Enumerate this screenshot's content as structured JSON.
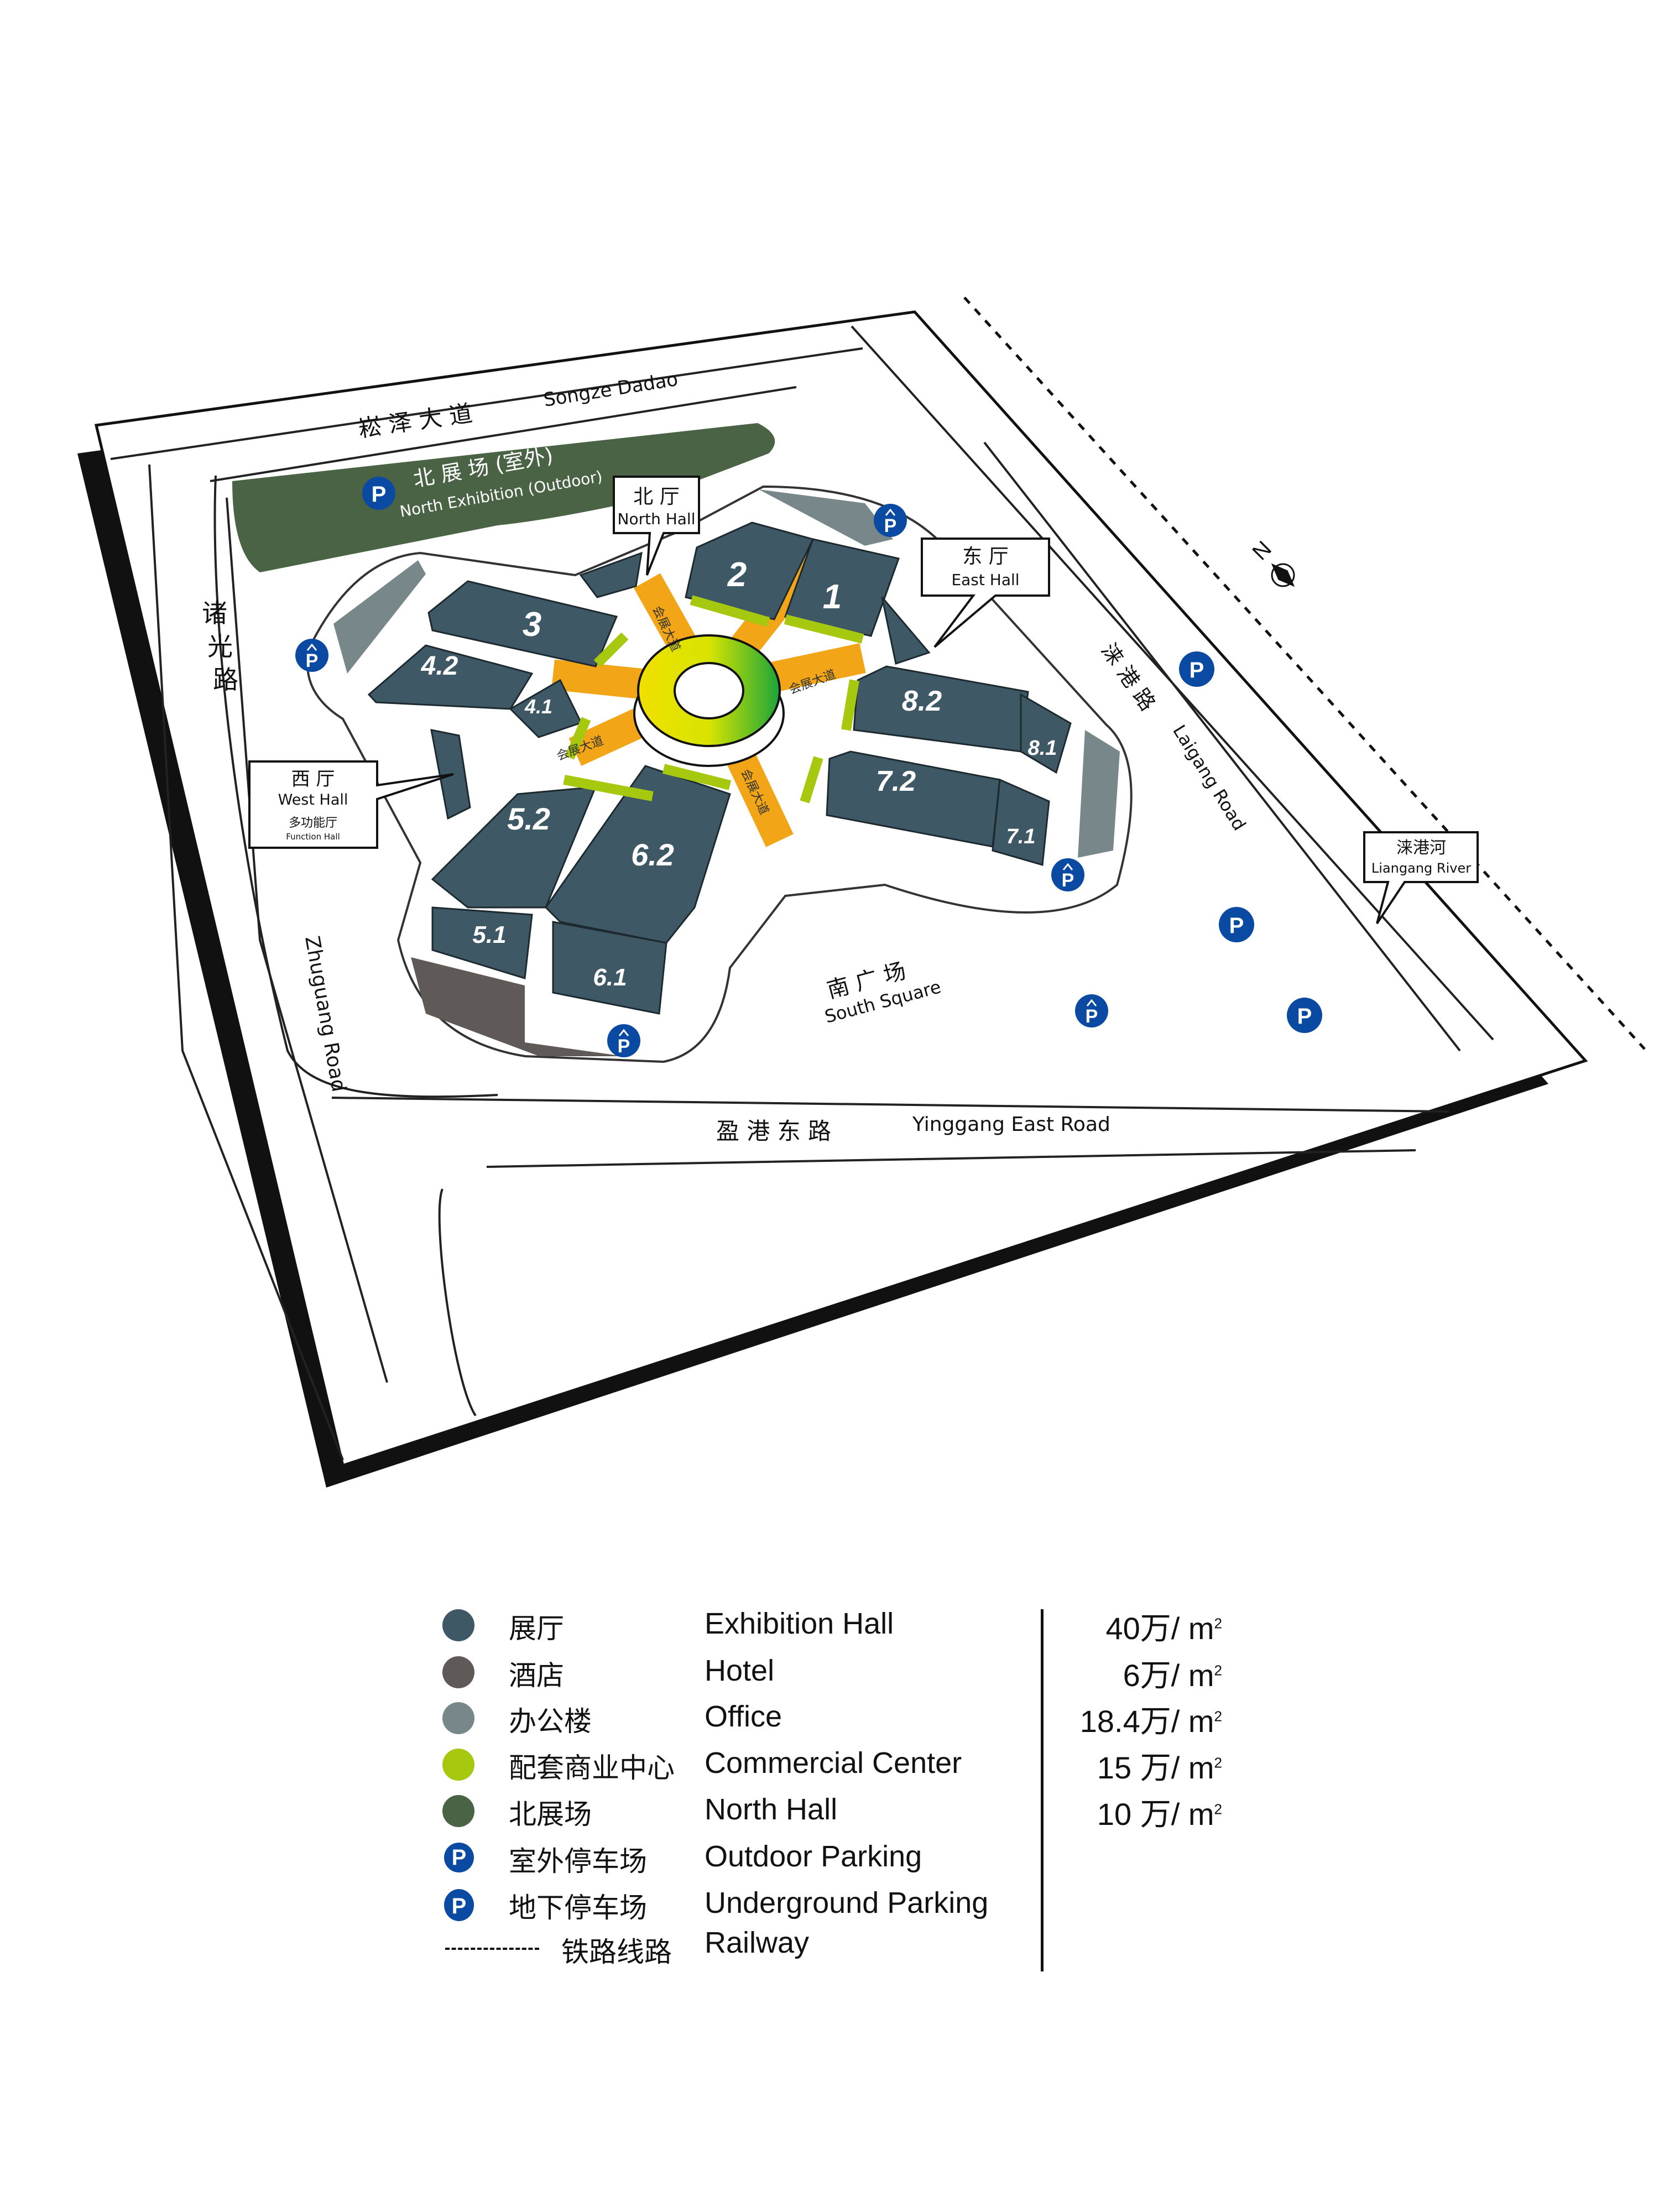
{
  "map": {
    "roads": {
      "songze_zh": "崧 泽 大 道",
      "songze_en": "Songze Dadao",
      "zhuguang_zh": [
        "诸",
        "光",
        "路"
      ],
      "zhuguang_en": "Zhuguang Road",
      "laigang_zh": "涞 港 路",
      "laigang_en": "Laigang Road",
      "yinggang_zh": "盈 港 东 路",
      "yinggang_en": "Yinggang East Road"
    },
    "north_exhibition": {
      "zh": "北 展 场 (室外)",
      "en": "North Exhibition (Outdoor)"
    },
    "callouts": {
      "north_hall": {
        "zh": "北 厅",
        "en": "North Hall"
      },
      "east_hall": {
        "zh": "东 厅",
        "en": "East Hall"
      },
      "west_hall": {
        "zh": "西 厅",
        "en": "West Hall",
        "sub_zh": "多功能厅",
        "sub_en": "Function Hall"
      },
      "river": {
        "zh": "涞港河",
        "en": "Liangang River"
      }
    },
    "south_square": {
      "zh": "南 广 场",
      "en": "South Square"
    },
    "boulevard": "会展大道",
    "compass": "N",
    "parking_label": "P",
    "halls": [
      "1",
      "2",
      "3",
      "4.2",
      "4.1",
      "8.2",
      "8.1",
      "7.2",
      "7.1",
      "5.2",
      "6.2",
      "5.1",
      "6.1"
    ]
  },
  "legend": {
    "items": [
      {
        "zh": "展厅",
        "en": "Exhibition Hall",
        "value": "40万/ m",
        "color": "#3e5865"
      },
      {
        "zh": "酒店",
        "en": "Hotel",
        "value": "6万/ m",
        "color": "#5f5a57"
      },
      {
        "zh": "办公楼",
        "en": "Office",
        "value": "18.4万/ m",
        "color": "#78888a"
      },
      {
        "zh": "配套商业中心",
        "en": "Commercial Center",
        "value": "15 万/ m",
        "color": "#a6c80f"
      },
      {
        "zh": "北展场",
        "en": "North Hall",
        "value": "10 万/ m",
        "color": "#4a6344"
      },
      {
        "zh": "室外停车场",
        "en": "Outdoor Parking"
      },
      {
        "zh": "地下停车场",
        "en": "Underground Parking"
      },
      {
        "zh": "铁路线路",
        "en": "Railway"
      }
    ],
    "unit_sup": "2"
  },
  "colors": {
    "hall": "#3e5865",
    "office": "#78888a",
    "hotel": "#5f5a57",
    "commercial": "#a6c80f",
    "north": "#4a6344",
    "parking": "#0b4aa2",
    "boulevard": "#f2a516"
  }
}
